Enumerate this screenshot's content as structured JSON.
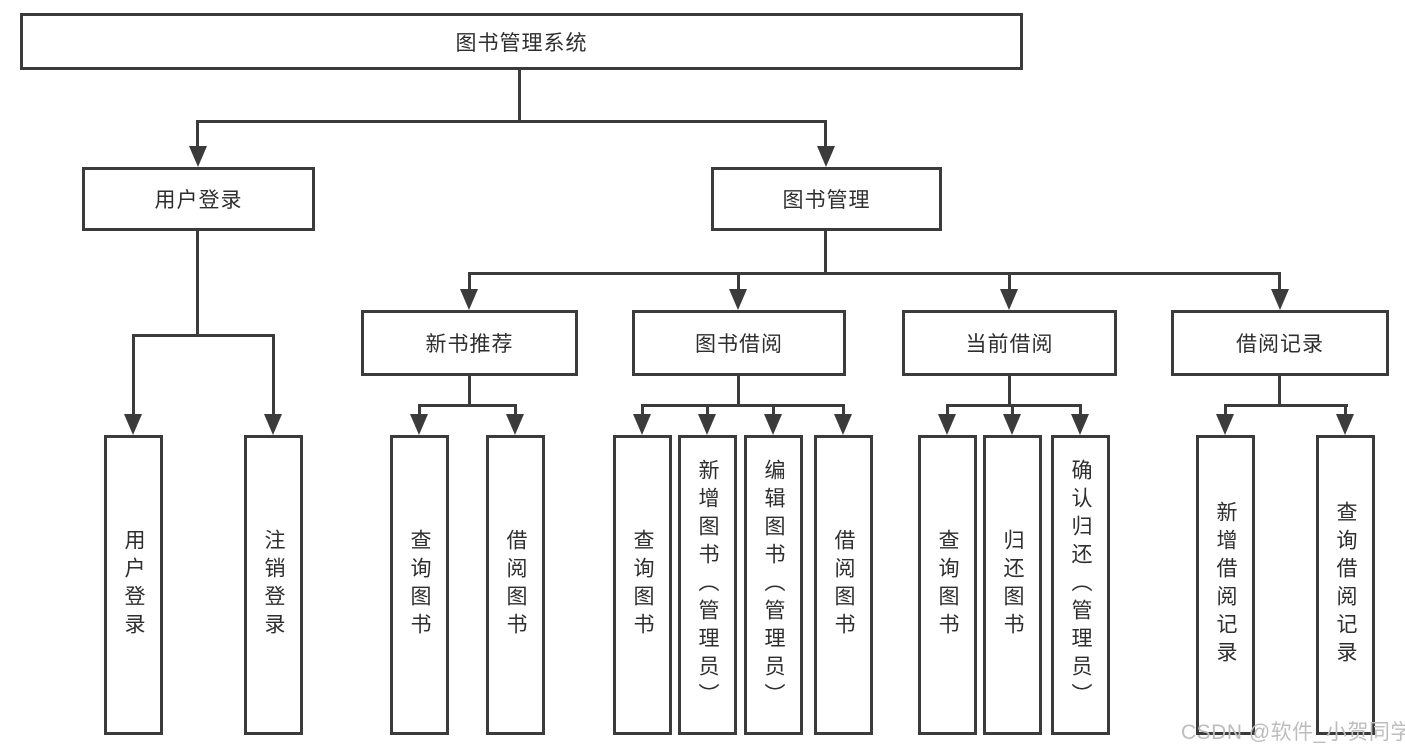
{
  "nodes": {
    "root": "图书管理系统",
    "user_login": "用户登录",
    "book_management": "图书管理",
    "new_book_recommend": "新书推荐",
    "book_borrow": "图书借阅",
    "current_borrow": "当前借阅",
    "borrow_records": "借阅记录",
    "leaf_user_login": "用户登录",
    "leaf_logout": "注销登录",
    "leaf_recommend_query_books": "查询图书",
    "leaf_recommend_borrow_books": "借阅图书",
    "leaf_borrow_query_books": "查询图书",
    "leaf_borrow_add_books_admin": "新增图书（管理员）",
    "leaf_borrow_edit_books_admin": "编辑图书（管理员）",
    "leaf_borrow_borrow_books": "借阅图书",
    "leaf_current_query_books": "查询图书",
    "leaf_current_return_books": "归还图书",
    "leaf_current_confirm_return_admin": "确认归还（管理员）",
    "leaf_records_add_record": "新增借阅记录",
    "leaf_records_query_record": "查询借阅记录"
  },
  "hierarchy": {
    "图书管理系统": {
      "用户登录": [
        "用户登录",
        "注销登录"
      ],
      "图书管理": {
        "新书推荐": [
          "查询图书",
          "借阅图书"
        ],
        "图书借阅": [
          "查询图书",
          "新增图书（管理员）",
          "编辑图书（管理员）",
          "借阅图书"
        ],
        "当前借阅": [
          "查询图书",
          "归还图书",
          "确认归还（管理员）"
        ],
        "借阅记录": [
          "新增借阅记录",
          "查询借阅记录"
        ]
      }
    }
  },
  "watermark": "CSDN @软件_小贺同学",
  "colors": {
    "line": "#3b3b3b",
    "text": "#2e2e2e",
    "watermark": "#bdbdbd",
    "background": "#ffffff"
  }
}
